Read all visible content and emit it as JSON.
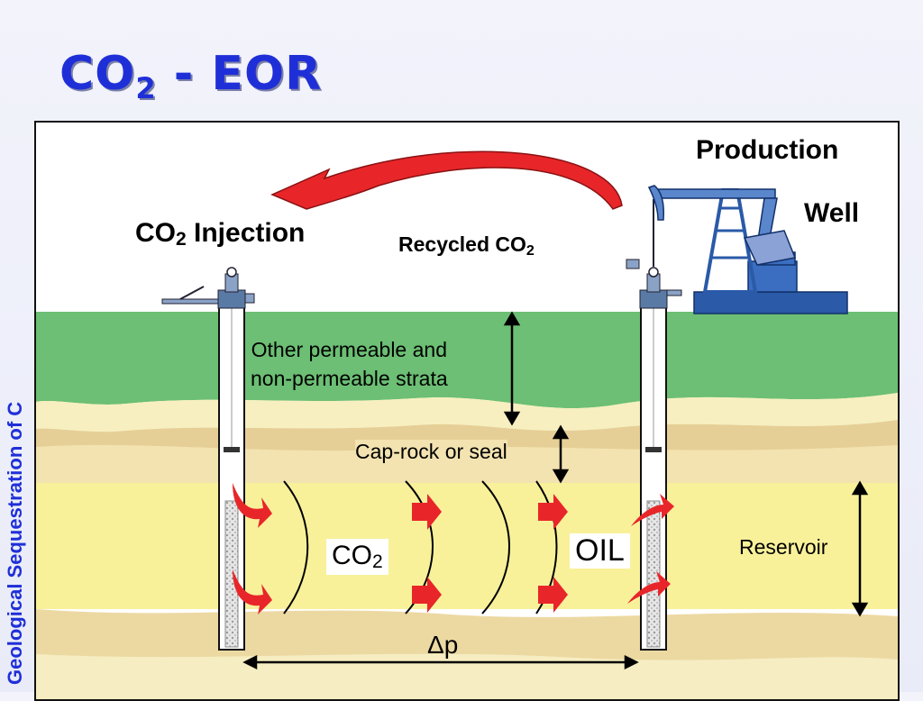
{
  "slide": {
    "title_main": "CO",
    "title_sub": "2",
    "title_rest": " - EOR",
    "side_label": "Geological Sequestration of C"
  },
  "diagram": {
    "production_line1": "Production",
    "production_line2": "Well",
    "injection_main": "CO",
    "injection_sub": "2",
    "injection_rest": " Injection",
    "recycled_main": "Recycled CO",
    "recycled_sub": "2",
    "strata_line1": "Other permeable and",
    "strata_line2": "non-permeable strata",
    "caprock": "Cap-rock or seal",
    "co2_main": "CO",
    "co2_sub": "2",
    "oil": "OIL",
    "reservoir": "Reservoir",
    "delta_p": "Δp"
  },
  "colors": {
    "title": "#1f2fd8",
    "green_layer": "#6cbf74",
    "cream_layer": "#f7efbf",
    "tan_layer": "#e6cf96",
    "reservoir_yellow": "#f8f19a",
    "arrow_red": "#e8262a",
    "pump_blue": "#2a5aa8"
  }
}
